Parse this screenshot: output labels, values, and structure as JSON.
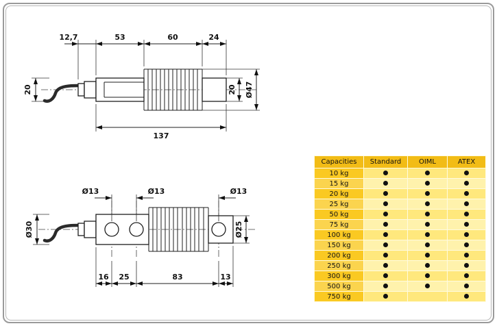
{
  "drawing_top": {
    "dims": {
      "cable_gland_length": "12,7",
      "body_length": "53",
      "bellows_length": "60",
      "end_length": "24",
      "left_height": "20",
      "right_height": "20",
      "outer_diameter": "Ø47",
      "total_length": "137"
    }
  },
  "drawing_bottom": {
    "dims": {
      "hole1_diameter": "Ø13",
      "hole2_diameter": "Ø13",
      "hole3_diameter": "Ø13",
      "left_diameter": "Ø30",
      "right_diameter": "Ø25",
      "seg1": "16",
      "seg2": "25",
      "seg3": "83",
      "seg4": "13"
    }
  },
  "table": {
    "headers": [
      "Capacities",
      "Standard",
      "OIML",
      "ATEX"
    ],
    "rows": [
      {
        "capacity": "10 kg",
        "standard": true,
        "oiml": true,
        "atex": true
      },
      {
        "capacity": "15 kg",
        "standard": true,
        "oiml": true,
        "atex": true
      },
      {
        "capacity": "20 kg",
        "standard": true,
        "oiml": true,
        "atex": true
      },
      {
        "capacity": "25 kg",
        "standard": true,
        "oiml": true,
        "atex": true
      },
      {
        "capacity": "50 kg",
        "standard": true,
        "oiml": true,
        "atex": true
      },
      {
        "capacity": "75 kg",
        "standard": true,
        "oiml": true,
        "atex": true
      },
      {
        "capacity": "100 kg",
        "standard": true,
        "oiml": true,
        "atex": true
      },
      {
        "capacity": "150 kg",
        "standard": true,
        "oiml": true,
        "atex": true
      },
      {
        "capacity": "200 kg",
        "standard": true,
        "oiml": true,
        "atex": true
      },
      {
        "capacity": "250 kg",
        "standard": true,
        "oiml": true,
        "atex": true
      },
      {
        "capacity": "300 kg",
        "standard": true,
        "oiml": true,
        "atex": true
      },
      {
        "capacity": "500 kg",
        "standard": true,
        "oiml": true,
        "atex": true
      },
      {
        "capacity": "750 kg",
        "standard": true,
        "oiml": false,
        "atex": true
      }
    ],
    "colors": {
      "header-bg": "#F2BC16",
      "cap-even": "#FAC922",
      "cap-odd": "#FBD44E",
      "row-even": "#FFE87D",
      "row-odd": "#FFF2AC",
      "dot": "#111111",
      "table-border": "#C9A227"
    }
  }
}
